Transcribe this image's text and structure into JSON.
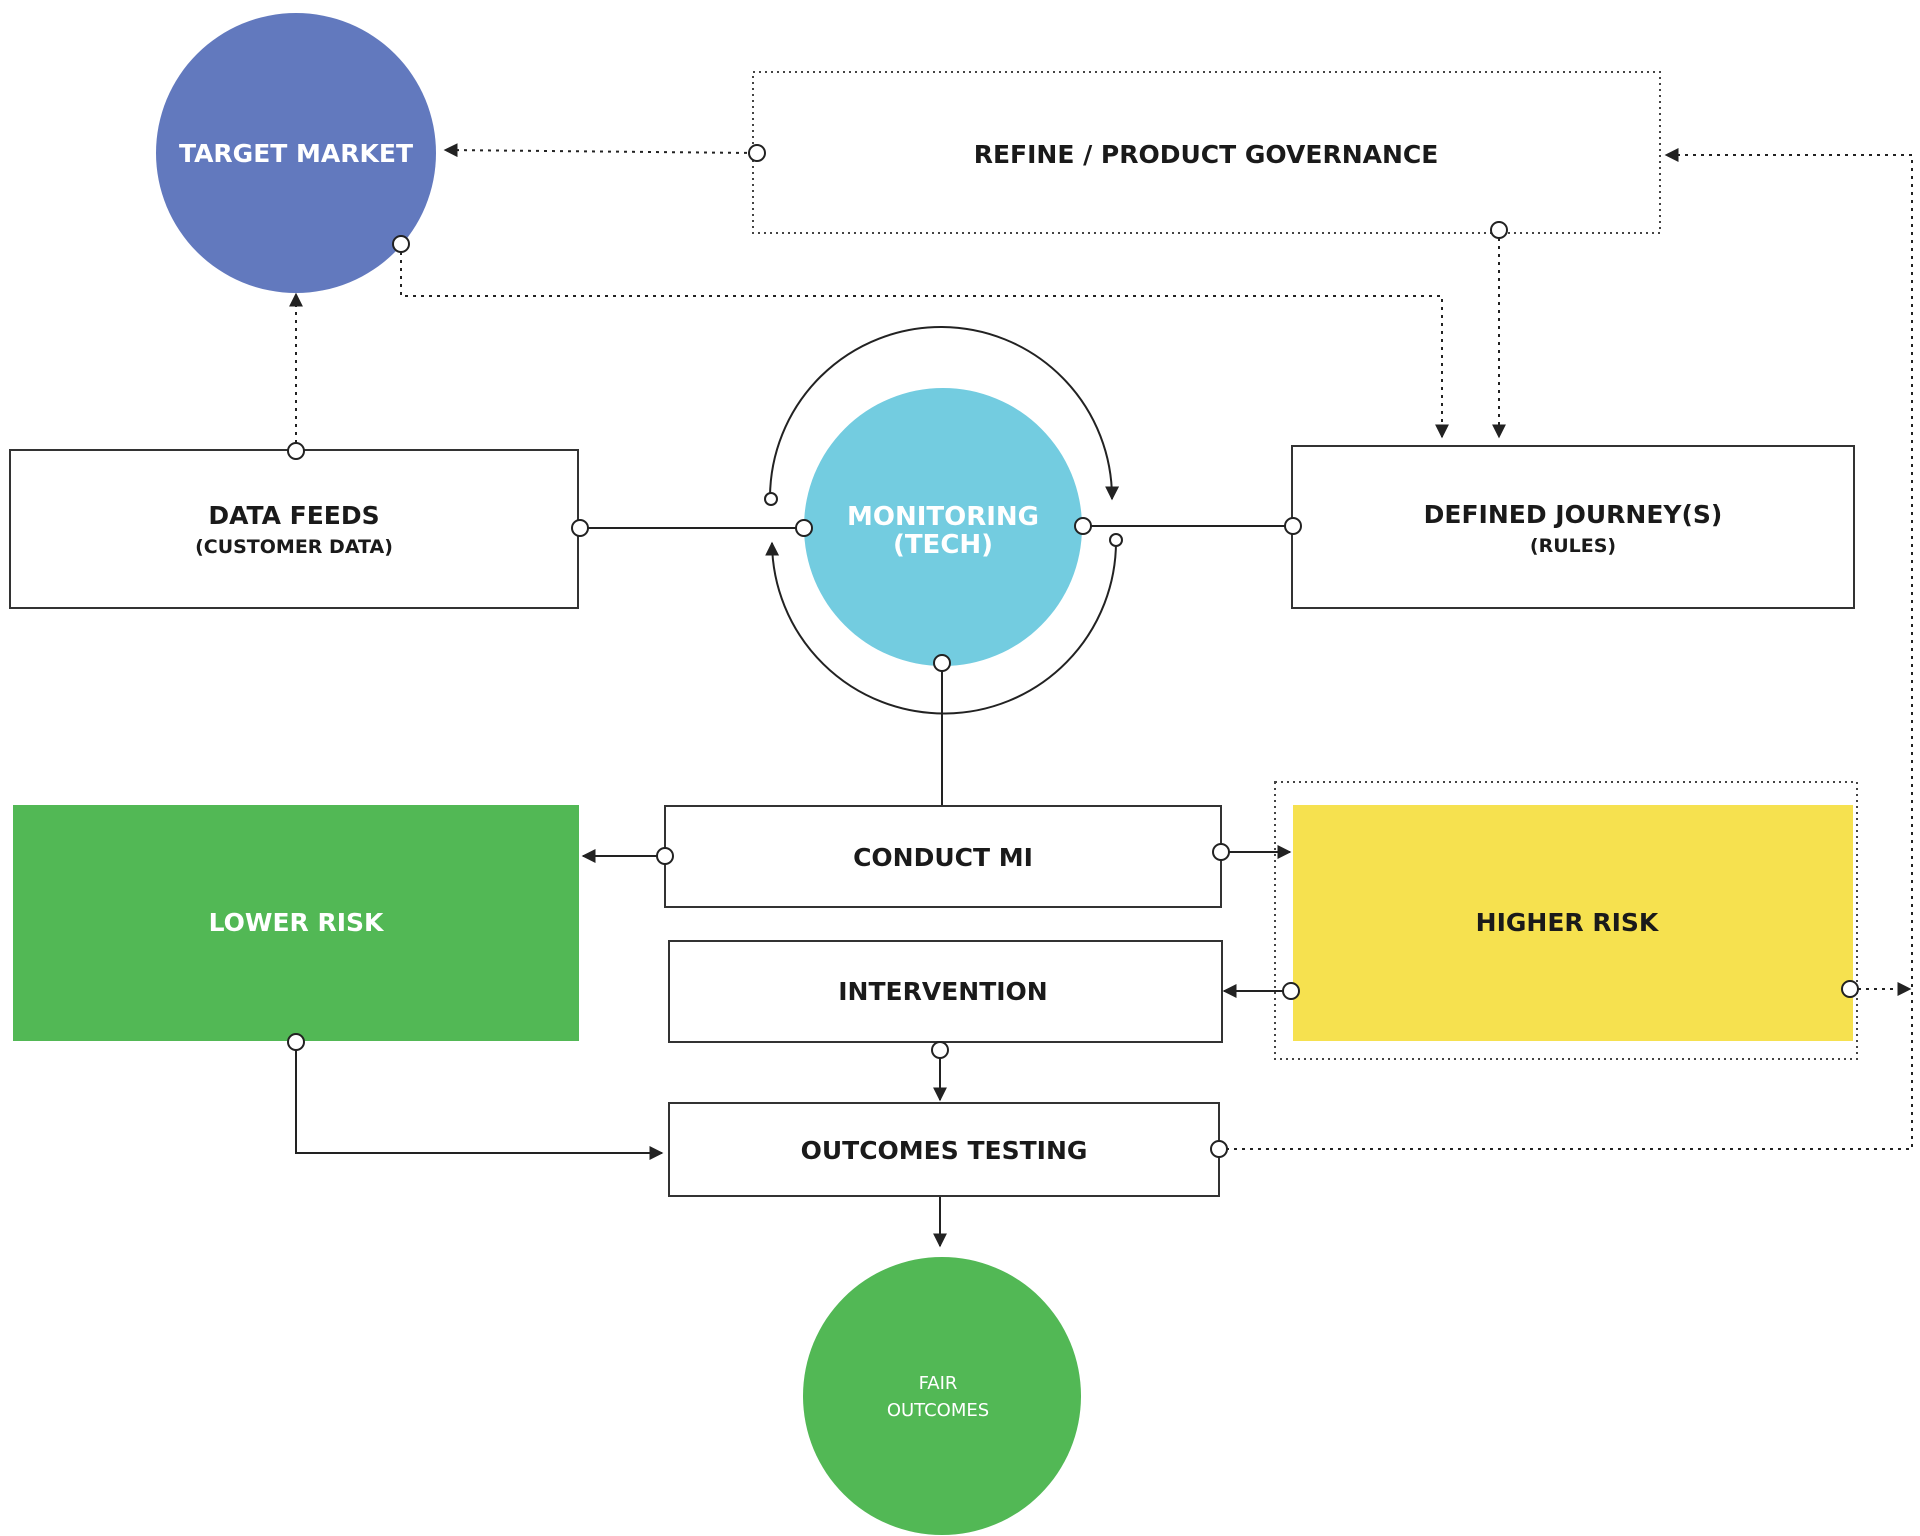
{
  "colors": {
    "target_market": "#6279be",
    "monitoring": "#73cce0",
    "lower_risk": "#52b855",
    "higher_risk": "#f6e14f",
    "fair_outcomes": "#52b855",
    "line": "#222222",
    "box_border": "#333333",
    "white_text": "#ffffff",
    "dark_text": "#1a1a1a"
  },
  "nodes": {
    "target_market": {
      "label": "TARGET MARKET"
    },
    "refine_governance": {
      "label": "REFINE / PRODUCT GOVERNANCE"
    },
    "data_feeds": {
      "title": "DATA FEEDS",
      "subtitle": "(CUSTOMER DATA)"
    },
    "monitoring": {
      "line1": "MONITORING",
      "line2": "(TECH)"
    },
    "defined_journeys": {
      "title": "DEFINED JOURNEY(S)",
      "subtitle": "(RULES)"
    },
    "conduct_mi": {
      "label": "CONDUCT MI"
    },
    "lower_risk": {
      "label": "LOWER RISK"
    },
    "higher_risk": {
      "label": "HIGHER RISK"
    },
    "intervention": {
      "label": "INTERVENTION"
    },
    "outcomes_testing": {
      "label": "OUTCOMES TESTING"
    },
    "fair_outcomes": {
      "line1": "FAIR",
      "line2": "OUTCOMES"
    }
  }
}
